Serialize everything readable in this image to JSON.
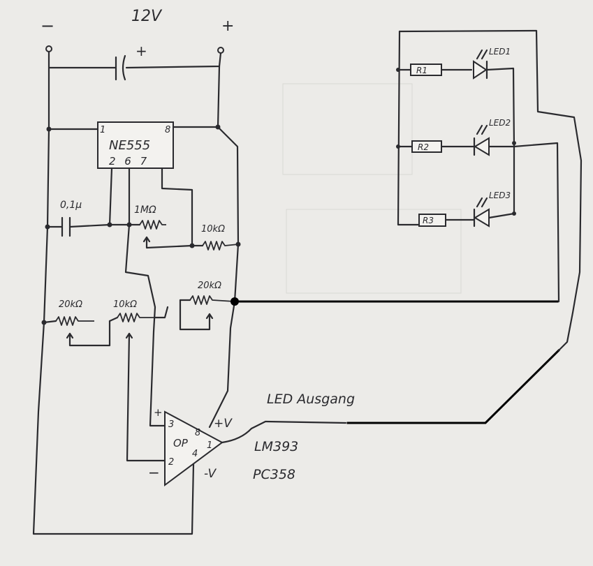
{
  "labels": {
    "supply": "12V",
    "minus": "−",
    "plus": "+",
    "cap_polarity": "+",
    "ic_name": "NE555",
    "pin1": "1",
    "pin8": "8",
    "pins_bottom": "2 6 7",
    "cap_01": "0,1µ",
    "pot_1m": "1MΩ",
    "res_10k_a": "10kΩ",
    "pot_20k_a": "20kΩ",
    "pot_20k_b": "20kΩ",
    "pot_10k": "10kΩ",
    "op_plus": "+",
    "op_minus": "−",
    "op_pin3": "3",
    "op_pin2": "2",
    "op_pin8": "8",
    "op_pin1": "1",
    "op_pin4": "4",
    "op_text": "OP",
    "op_vpos": "+V",
    "op_vneg": "-V",
    "op_model1": "LM393",
    "op_model2": "PC358",
    "led_output": "LED Ausgang",
    "r1": "R1",
    "r2": "R2",
    "r3": "R3",
    "led1": "LED1",
    "led2": "LED2",
    "led3": "LED3"
  },
  "colors": {
    "paper": "#ecebe8",
    "ink": "#2a2a2e",
    "marker": "#000000"
  }
}
